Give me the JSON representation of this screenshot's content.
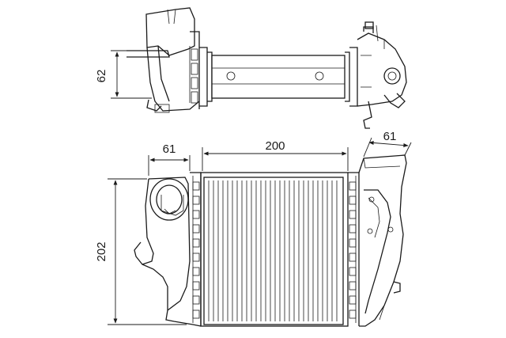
{
  "dimensions": {
    "top_height": "62",
    "core_width": "200",
    "left_tank_width": "61",
    "right_tank_width": "61",
    "total_height": "202"
  }
}
